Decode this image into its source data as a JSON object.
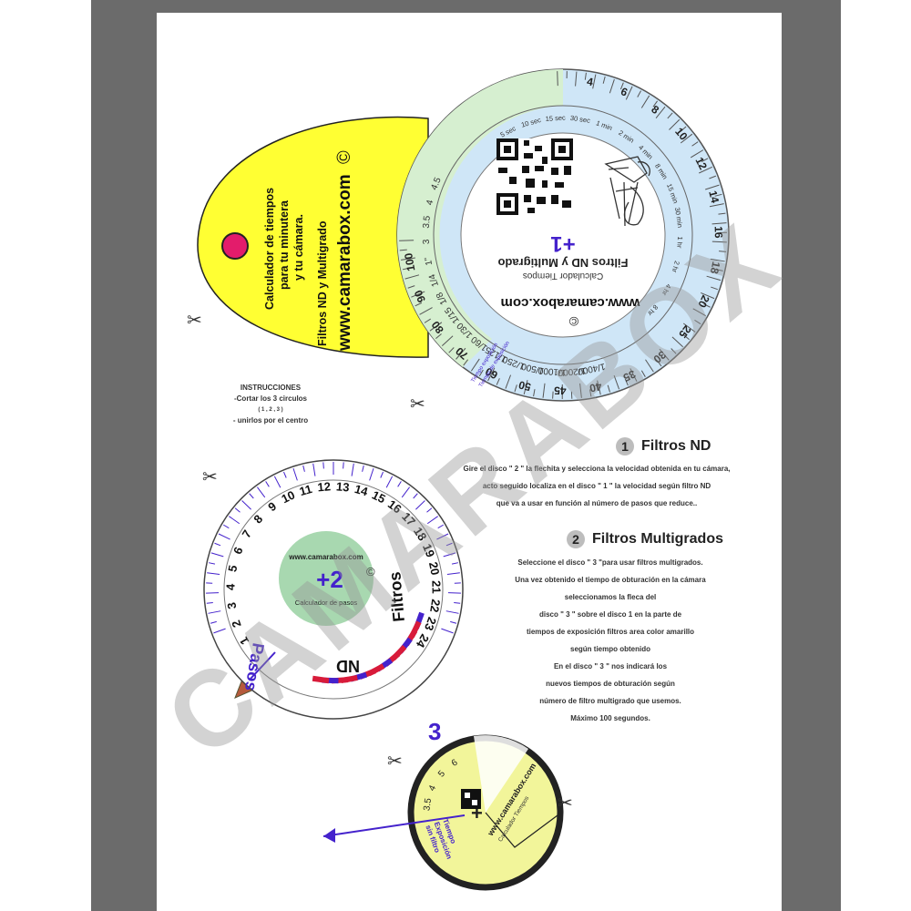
{
  "tag": {
    "lines": [
      "Calculador de tiempos",
      "para tu minutera",
      "y tu cámara."
    ],
    "subtitle": "Filtros ND y Multigrado",
    "url": "www.camarabox.com",
    "copyright": "©"
  },
  "disc1": {
    "number": "+1",
    "title": "Filtros ND y Multigrado",
    "subtitle": "Calculador Tiempos",
    "url": "www.camarabox.com",
    "copyright": "©",
    "outer_scale": [
      "4",
      "6",
      "8",
      "10",
      "12",
      "14",
      "16",
      "18",
      "20",
      "25",
      "30",
      "35",
      "40",
      "45",
      "50",
      "60",
      "70",
      "80",
      "90",
      "100"
    ],
    "inner_scale": [
      "4.5",
      "4",
      "3.5",
      "3",
      "1\"",
      "1/4",
      "1/8",
      "1/15",
      "1/30",
      "1/60",
      "1/125",
      "1/250",
      "1/500",
      "1/1000",
      "1/2000",
      "1/4000"
    ],
    "time_marks": [
      "5 sec",
      "10 sec",
      "15 sec",
      "30 sec",
      "1 min",
      "2 min",
      "4 min",
      "8 min",
      "15 min",
      "30 min",
      "1 hr",
      "2 hr",
      "4 hr",
      "8 hr"
    ],
    "exposure_labels": [
      "Tiempo exposición",
      "Tiempo de exposición"
    ]
  },
  "instructions": {
    "title": "INSTRUCCIONES",
    "lines": [
      "-Cortar los 3 circulos",
      "( 1 , 2 , 3 )",
      "- unirlos  por el centro"
    ]
  },
  "disc2": {
    "number": "+2",
    "url": "www.camarabox.com",
    "copyright": "©",
    "subtitle": "Calculador de pasos",
    "pasos": "Pasos",
    "filtros": "Filtros",
    "nd": "ND",
    "scale": [
      "1",
      "2",
      "3",
      "4",
      "5",
      "6",
      "7",
      "8",
      "9",
      "10",
      "11",
      "12",
      "13",
      "14",
      "15",
      "16",
      "17",
      "18",
      "19",
      "20",
      "21",
      "22",
      "23",
      "24"
    ]
  },
  "disc3": {
    "label": "3",
    "scale": [
      "3.5",
      "4",
      "5",
      "6"
    ],
    "tiempo_label": [
      "Tiempo",
      "Exposición",
      "sin filtro"
    ],
    "url": "www.camarabox.com",
    "subtitle": "Calculador Tiempos"
  },
  "section1": {
    "number": "1",
    "title": "Filtros  ND",
    "lines": [
      "Gire el disco \" 2 \" la flechita y selecciona la velocidad obtenida en tu cámara,",
      "acto seguido localiza en el disco \" 1 \" la velocidad según filtro ND",
      "que va a usar en función al número de pasos que reduce.."
    ]
  },
  "section2": {
    "number": "2",
    "title": "Filtros  Multigrados",
    "lines": [
      "Seleccione el disco \" 3  \"para usar filtros multigrados.",
      "Una vez obtenido el tiempo de obturación en la cámara",
      "seleccionamos la fleca del",
      "disco \" 3 \" sobre el disco 1 en la parte de",
      "tiempos de exposición filtros area color amarillo",
      "según tiempo obtenido",
      "En el disco \" 3 \" nos indicará los",
      "nuevos tiempos de obturación según",
      "número de filtro multigrado que usemos.",
      "Máximo 100 segundos."
    ]
  },
  "watermark": "CAMARABOX",
  "colors": {
    "frame": "#6b6b6b",
    "tag_yellow": "#ffff33",
    "disc1_blue": "#cfe6f7",
    "disc1_green": "#d6efd0",
    "disc2_green": "#a8d8b0",
    "disc3_yellow": "#f2f59a",
    "accent_purple": "#4422cc",
    "accent_red": "#d81b3a",
    "pin_magenta": "#e31c6b"
  }
}
